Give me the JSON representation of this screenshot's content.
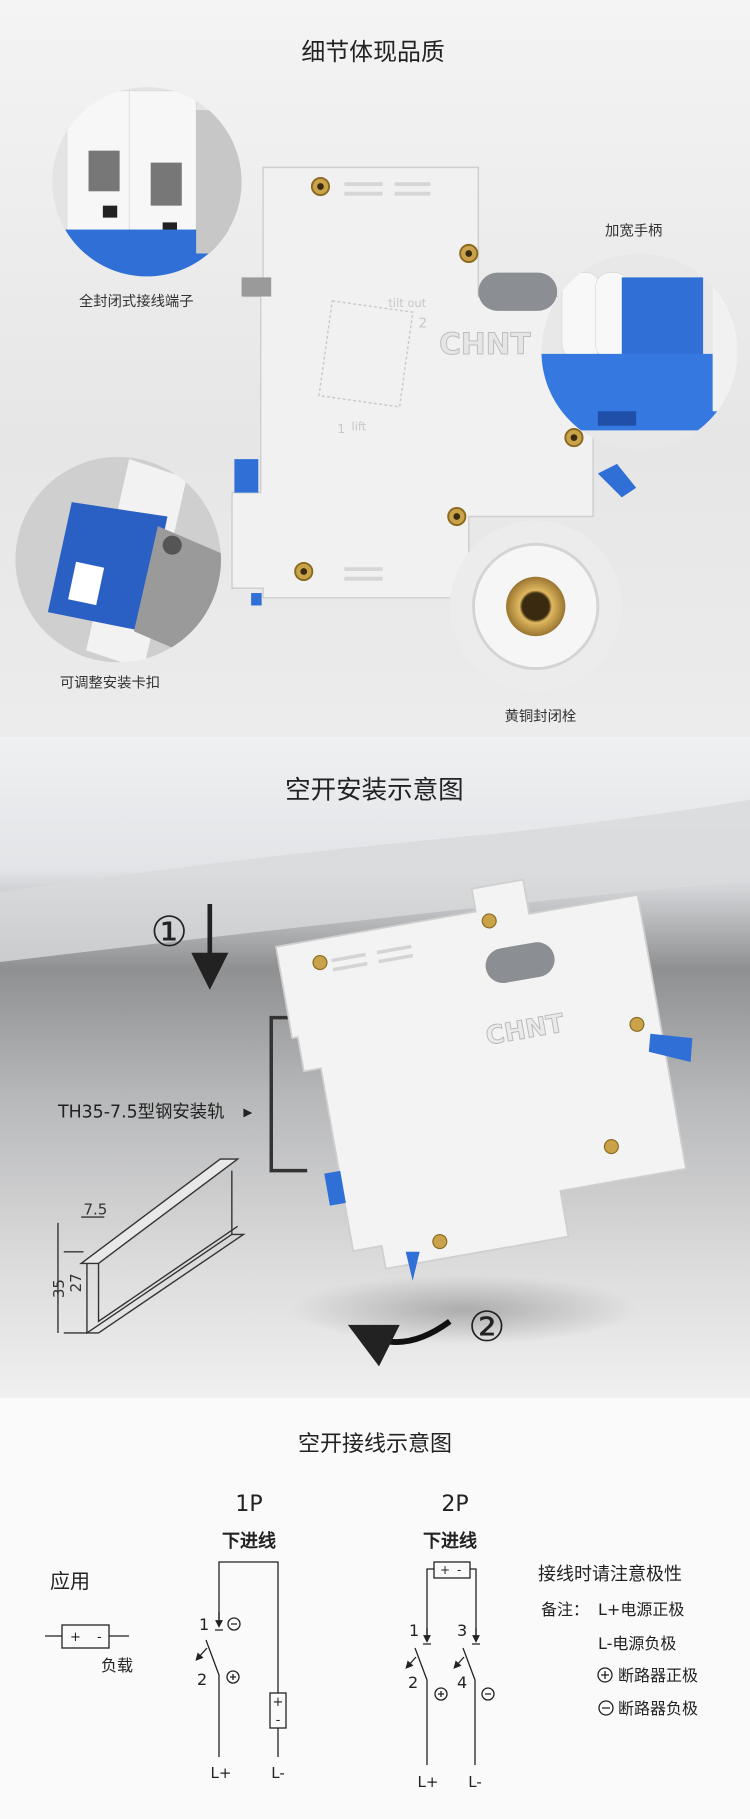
{
  "section_detail": {
    "title": "细节体现品质",
    "callouts": {
      "terminal": "全封闭式接线端子",
      "clip": "可调整安装卡扣",
      "handle": "加宽手柄",
      "brass": "黄铜封闭栓"
    },
    "brand": "CHNT",
    "mold_text": {
      "tilt": "tilt out",
      "lift": "lift",
      "n1": "1",
      "n2": "2"
    }
  },
  "section_install": {
    "title": "空开安装示意图",
    "step1": "①",
    "step2": "②",
    "rail_label": "TH35-7.5型钢安装轨",
    "rail_pointer": "▶",
    "dims": {
      "d1": "7.5",
      "d2": "35",
      "d3": "27"
    },
    "brand": "CHNT"
  },
  "section_wiring": {
    "title": "空开接线示意图",
    "application": "应用",
    "load_label": "负载",
    "plus": "+",
    "minus": "-",
    "p1": {
      "title": "1P",
      "feed": "下进线",
      "t1": "1",
      "t2": "2",
      "lp": "L+",
      "lm": "L-"
    },
    "p2": {
      "title": "2P",
      "feed": "下进线",
      "t1": "1",
      "t2": "2",
      "t3": "3",
      "t4": "4",
      "lp": "L+",
      "lm": "L-"
    },
    "notes": {
      "heading": "接线时请注意极性",
      "note_prefix": "备注：",
      "l_plus": "L+电源正极",
      "l_minus": "L-电源负极",
      "breaker_pos": "断路器正极",
      "breaker_neg": "断路器负极"
    }
  },
  "colors": {
    "blue": "#2f6fd6",
    "brass": "#c9a24a",
    "text": "#222222"
  }
}
